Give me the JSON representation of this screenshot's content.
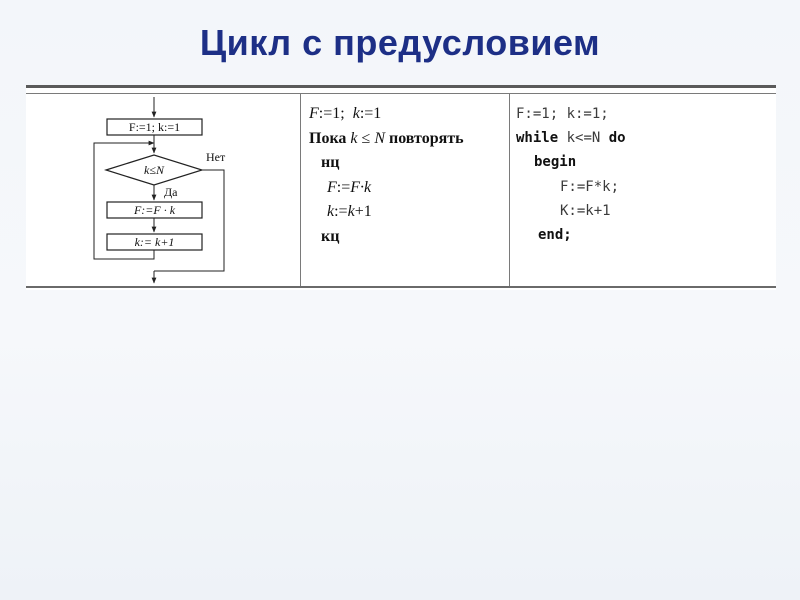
{
  "slide": {
    "title": "Цикл с предусловием"
  },
  "flowchart": {
    "init": "F:=1; k:=1",
    "condition": "k≤N",
    "no_label": "Нет",
    "yes_label": "Да",
    "step1": "F:=F · k",
    "step2": "k:= k+1"
  },
  "pseudocode": {
    "line1_a": "F",
    "line1_b": ":=1;  ",
    "line1_c": "k",
    "line1_d": ":=1",
    "line2_a": "Пока ",
    "line2_b": "k",
    "line2_c": " ≤ ",
    "line2_d": "N",
    "line2_e": " повторять",
    "line3": "нц",
    "line4_a": "F",
    "line4_b": ":=",
    "line4_c": "F·k",
    "line5_a": "k",
    "line5_b": ":=",
    "line5_c": "k",
    "line5_d": "+1",
    "line6": "кц"
  },
  "pascal": {
    "line1": "F:=1; k:=1;",
    "line2_kw1": "while",
    "line2_mid": " k<=N ",
    "line2_kw2": "do",
    "line3": "begin",
    "line4": "F:=F*k;",
    "line5": "K:=k+1",
    "line6": "end;"
  }
}
